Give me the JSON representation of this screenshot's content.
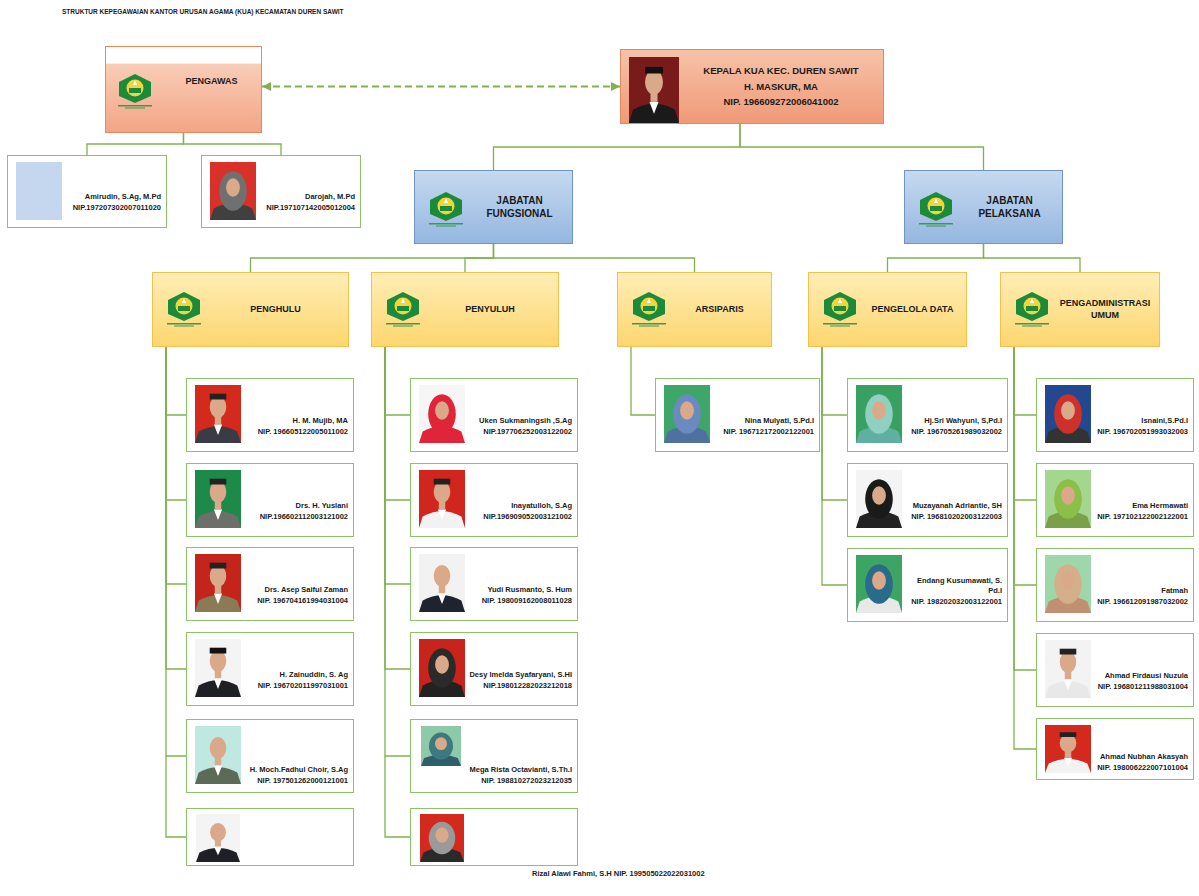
{
  "diagram": {
    "title": "STRUKTUR KEPEGAWAIAN KANTOR URUSAN AGAMA (KUA) KECAMATAN DUREN SAWIT",
    "nodes": [
      {
        "text": [
          "PENGAWAS"
        ]
      },
      {
        "text": [
          "Amirudin, S.Ag, M.Pd",
          "NIP.197207302007011020"
        ]
      },
      {
        "text": [
          "Darojah, M.Pd",
          "NIP.197107142005012004"
        ]
      },
      {
        "text": [
          "KEPALA KUA KEC. DUREN SAWIT",
          "H. MASKUR, MA",
          "NIP. 196609272006041002"
        ]
      },
      {
        "text": [
          "JABATAN FUNGSIONAL"
        ]
      },
      {
        "text": [
          "JABATAN PELAKSANA"
        ]
      },
      {
        "text": [
          "PENGHULU"
        ]
      },
      {
        "text": [
          "PENYULUH"
        ]
      },
      {
        "text": [
          "ARSIPARIS"
        ]
      },
      {
        "text": [
          "PENGELOLA DATA"
        ]
      },
      {
        "text": [
          "PENGADMINISTRASI UMUM"
        ]
      },
      {
        "text": [
          "H. M. Mujib, MA",
          "NIP. 196605122005011002"
        ]
      },
      {
        "text": [
          "Drs. H. Yuslani",
          "NIP.196602112003121002"
        ]
      },
      {
        "text": [
          "Drs. Asep Saiful Zaman",
          "NIP. 196704161994031004"
        ]
      },
      {
        "text": [
          "H. Zainuddin, S. Ag",
          "NIP. 196702011997031001"
        ]
      },
      {
        "text": [
          "H. Moch.Fadhul Choir, S.Ag",
          "NIP. 197501262000121001"
        ]
      },
      {
        "text": [
          "Uken Sukmaningsih ,S.Ag",
          "NIP.197706252003122002"
        ]
      },
      {
        "text": [
          "Inayatulloh, S.Ag",
          "NIP.196909052003121002"
        ]
      },
      {
        "text": [
          "Yudi Rusmanto, S. Hum",
          "NIP. 198009162008011028"
        ]
      },
      {
        "text": [
          "Desy Imelda Syafaryani, S.HI",
          "NIP.198012282023212018"
        ]
      },
      {
        "text": [
          "Mega Rista Octavianti, S.Th.I",
          "NIP. 198810272023212035"
        ]
      },
      {
        "text": [
          "Nina Mulyati, S.Pd.I",
          "NIP. 196712172002122001"
        ]
      },
      {
        "text": [
          "Hj.Sri Wahyuni, S,Pd.I",
          "NIP. 196705261989032002"
        ]
      },
      {
        "text": [
          "Muzayanah Adriantie, SH",
          "NIP. 196810202003122003"
        ]
      },
      {
        "text": [
          "Endang Kusumawati, S. Pd.I",
          "NIP. 198202032003122001"
        ]
      },
      {
        "text": [
          "Isnaini,S.Pd.I",
          "NIP. 196702051993032003"
        ]
      },
      {
        "text": [
          "Ema Hermawati",
          "NIP. 197102122002122001"
        ]
      },
      {
        "text": [
          "Fatmah",
          "NIP. 196612091987032002"
        ]
      },
      {
        "text": [
          "Ahmad Firdausi Nuzula",
          "NIP. 196801211988031004"
        ]
      },
      {
        "text": [
          "Ahmad Nubhan Akasyah",
          "NIP. 198006222007101004"
        ]
      }
    ],
    "edges": [
      {
        "from": 0,
        "to": 3,
        "arrow": "both"
      },
      {
        "from": 0,
        "to": 1,
        "arrow": "none"
      },
      {
        "from": 0,
        "to": 2,
        "arrow": "none"
      },
      {
        "from": 3,
        "to": 4,
        "arrow": "none"
      },
      {
        "from": 3,
        "to": 5,
        "arrow": "none"
      },
      {
        "from": 4,
        "to": 6,
        "arrow": "none"
      },
      {
        "from": 4,
        "to": 7,
        "arrow": "none"
      },
      {
        "from": 4,
        "to": 8,
        "arrow": "none"
      },
      {
        "from": 5,
        "to": 9,
        "arrow": "none"
      },
      {
        "from": 5,
        "to": 10,
        "arrow": "none"
      },
      {
        "from": 6,
        "to": 11,
        "arrow": "none"
      },
      {
        "from": 6,
        "to": 12,
        "arrow": "none"
      },
      {
        "from": 6,
        "to": 13,
        "arrow": "none"
      },
      {
        "from": 6,
        "to": 14,
        "arrow": "none"
      },
      {
        "from": 6,
        "to": 15,
        "arrow": "none"
      },
      {
        "from": 7,
        "to": 16,
        "arrow": "none"
      },
      {
        "from": 7,
        "to": 17,
        "arrow": "none"
      },
      {
        "from": 7,
        "to": 18,
        "arrow": "none"
      },
      {
        "from": 7,
        "to": 19,
        "arrow": "none"
      },
      {
        "from": 7,
        "to": 20,
        "arrow": "none"
      },
      {
        "from": 8,
        "to": 21,
        "arrow": "none"
      },
      {
        "from": 9,
        "to": 22,
        "arrow": "none"
      },
      {
        "from": 9,
        "to": 23,
        "arrow": "none"
      },
      {
        "from": 9,
        "to": 24,
        "arrow": "none"
      },
      {
        "from": 10,
        "to": 25,
        "arrow": "none"
      },
      {
        "from": 10,
        "to": 26,
        "arrow": "none"
      },
      {
        "from": 10,
        "to": 27,
        "arrow": "none"
      },
      {
        "from": 10,
        "to": 28,
        "arrow": "none"
      },
      {
        "from": 10,
        "to": 29,
        "arrow": "none"
      }
    ],
    "labels": [
      "Rizal Alawi Fahmi, S.H NIP. 199505022022031002"
    ]
  }
}
